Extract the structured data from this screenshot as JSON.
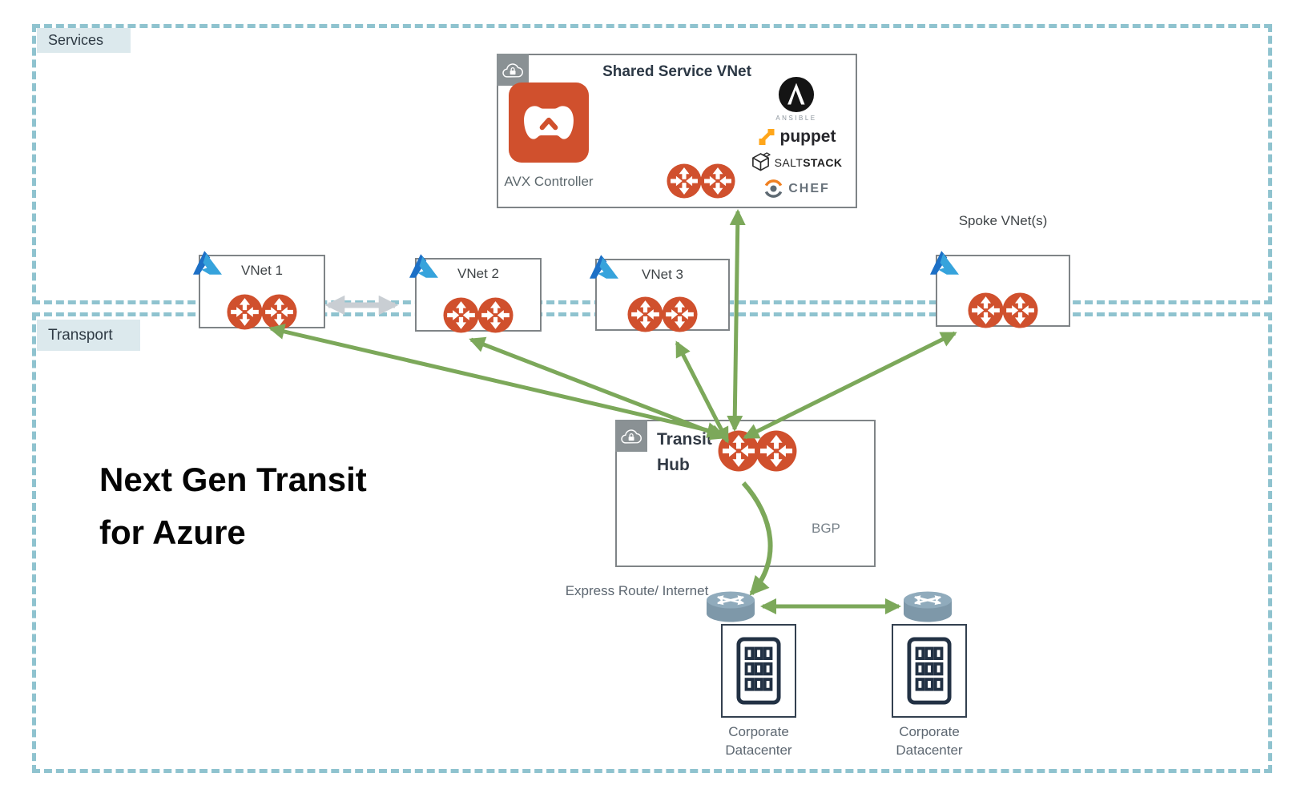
{
  "headline": {
    "line1": "Next Gen Transit",
    "line2": "for Azure"
  },
  "regions": {
    "services": {
      "label": "Services"
    },
    "transport": {
      "label": "Transport"
    }
  },
  "shared_service": {
    "title": "Shared Service VNet",
    "controller_label": "AVX Controller",
    "tools": {
      "ansible_label": "ANSIBLE",
      "puppet_label": "puppet",
      "salt_label_regular": "SALT",
      "salt_label_bold": "STACK",
      "chef_label": "CHEF"
    }
  },
  "vnets": [
    {
      "label": "VNet 1"
    },
    {
      "label": "VNet 2"
    },
    {
      "label": "VNet 3"
    }
  ],
  "spoke": {
    "label": "Spoke VNet(s)"
  },
  "transit_hub": {
    "title_line1": "Transit",
    "title_line2": "Hub",
    "bgp_label": "BGP"
  },
  "express_route_label": "Express Route/ Internet",
  "datacenters": [
    {
      "line1": "Corporate",
      "line2": "Datacenter"
    },
    {
      "line1": "Corporate",
      "line2": "Datacenter"
    }
  ],
  "colors": {
    "router_orange": "#D0502D",
    "avx_orange": "#D0502D",
    "arrow_green": "#7CA85A",
    "arrow_gray": "#C9CED3",
    "dash_teal": "#8FC3CF",
    "region_label_bg": "#DCE9ED",
    "box_border": "#7F8487",
    "badge_gray": "#8A9194",
    "azure_dark": "#1D70C6",
    "azure_light": "#36A3DC",
    "cylinder": "#7E98A9",
    "cylinder_top": "#90ABBC",
    "dc_navy": "#223144",
    "puppet_amber": "#FFA61A",
    "chef_orange": "#F08021"
  }
}
